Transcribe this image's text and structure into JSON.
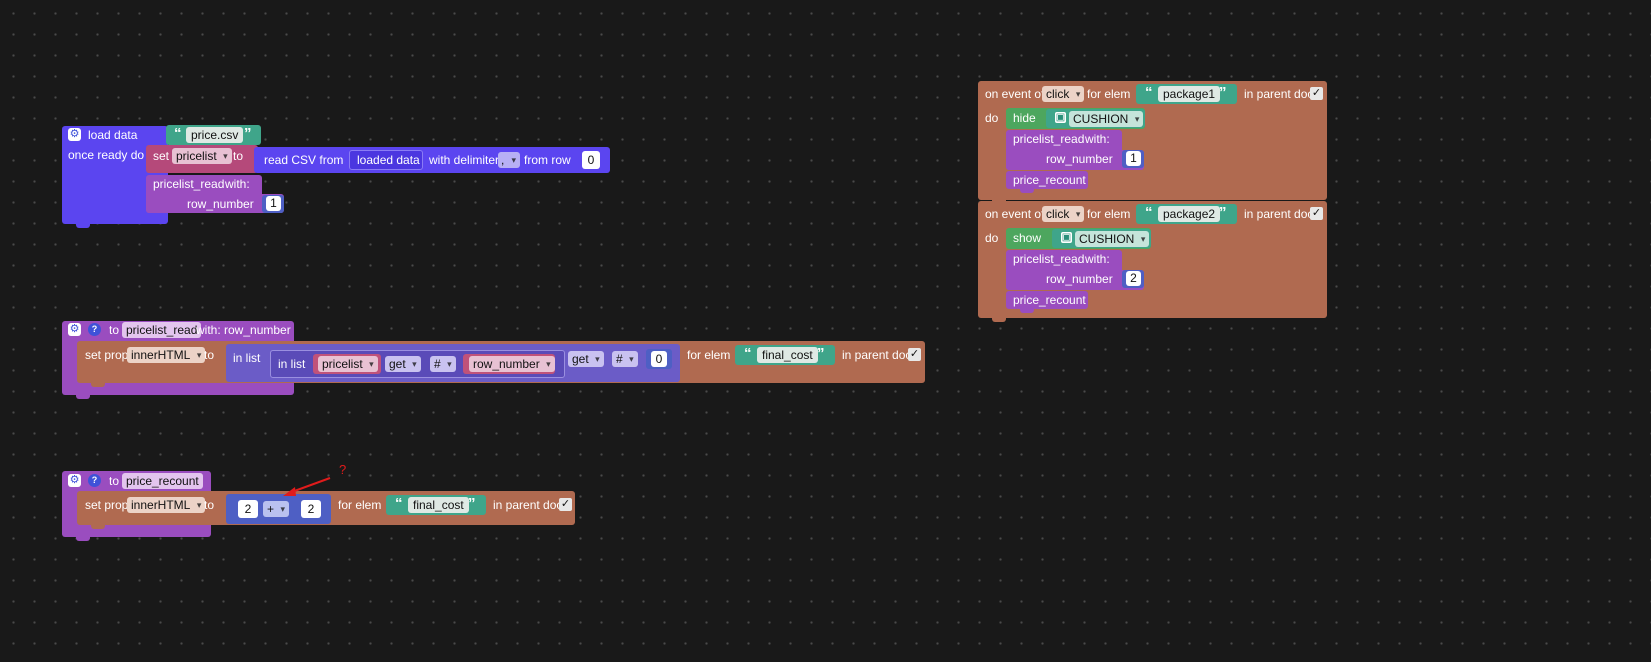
{
  "load_block": {
    "label_load": "load data",
    "file": "price.csv",
    "label_once": "once ready do",
    "set_label": "set",
    "var_pricelist": "pricelist",
    "to_label": "to",
    "read_csv_label": "read CSV from",
    "loaded_data": "loaded data",
    "with_delim_label": "with delimiter",
    "delim_value": ",",
    "from_row_label": "from row",
    "from_row_value": "0",
    "call_name": "pricelist_read",
    "with_label": "with:",
    "param_label": "row_number",
    "param_value": "1"
  },
  "pricelist_read_fn": {
    "to_label": "to",
    "name": "pricelist_read",
    "with_params": "with: row_number",
    "set_prop_label": "set prop",
    "prop": "innerHTML",
    "to2_label": "to",
    "in_list_outer": "in list",
    "in_list_inner": "in list",
    "var_pricelist": "pricelist",
    "get_label": "get",
    "hash_label": "#",
    "row_number_var": "row_number",
    "get2_label": "get",
    "hash2_label": "#",
    "index_value": "0",
    "for_elem_label": "for elem",
    "elem_id": "final_cost",
    "in_parent_label": "in parent doc",
    "check": "✓"
  },
  "price_recount_fn": {
    "to_label": "to",
    "name": "price_recount",
    "set_prop_label": "set prop",
    "prop": "innerHTML",
    "to2_label": "to",
    "left_value": "2",
    "operator": "+",
    "right_value": "2",
    "for_elem_label": "for elem",
    "elem_id": "final_cost",
    "in_parent_label": "in parent doc",
    "check": "✓"
  },
  "annotation": {
    "question": "?"
  },
  "event1": {
    "on_event_label": "on event of",
    "event": "click",
    "for_elem_label": "for elem",
    "elem_id": "package1",
    "in_parent_label": "in parent doc",
    "check": "✓",
    "do_label": "do",
    "action": "hide",
    "target": "CUSHION",
    "call_name": "pricelist_read",
    "with_label": "with:",
    "param_label": "row_number",
    "param_value": "1",
    "call2": "price_recount"
  },
  "event2": {
    "on_event_label": "on event of",
    "event": "click",
    "for_elem_label": "for elem",
    "elem_id": "package2",
    "in_parent_label": "in parent doc",
    "check": "✓",
    "do_label": "do",
    "action": "show",
    "target": "CUSHION",
    "call_name": "pricelist_read",
    "with_label": "with:",
    "param_label": "row_number",
    "param_value": "2",
    "call2": "price_recount"
  },
  "colors": {
    "event_brown": "#b06a50",
    "purple_fn": "#9a4dbf",
    "blue_data": "#5b45f0",
    "teal_string": "#3fa58a",
    "green_visibility": "#4da65e",
    "list_blue": "#6b5cc7",
    "math_blue": "#4e5fc4",
    "variable_pink": "#c0527a",
    "red_arrow": "#e01b1b"
  }
}
